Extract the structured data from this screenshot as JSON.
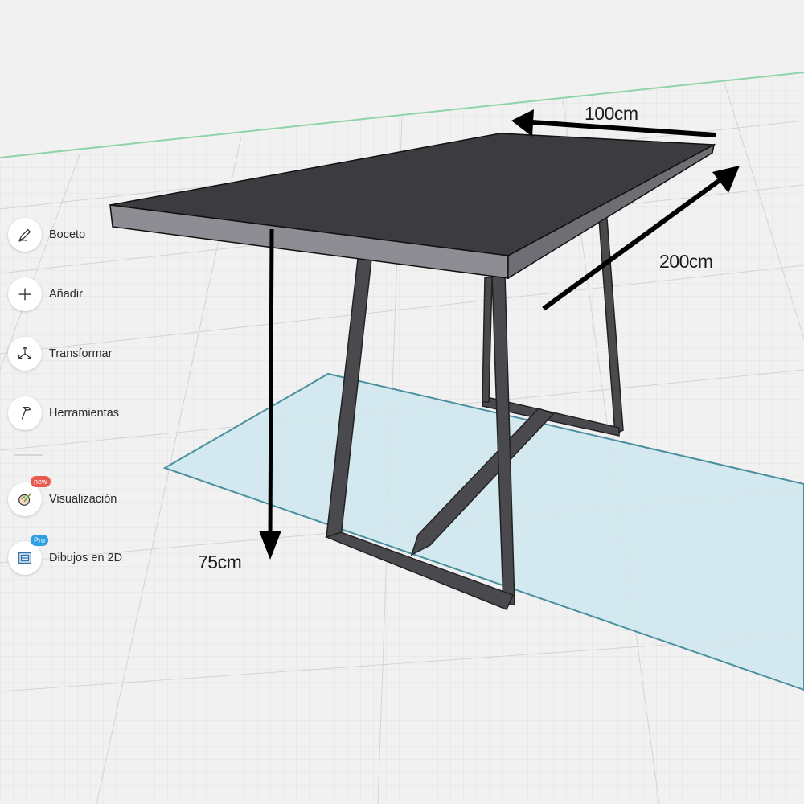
{
  "toolbar": {
    "items": [
      {
        "label": "Boceto",
        "icon": "pencil-sketch-icon"
      },
      {
        "label": "Añadir",
        "icon": "plus-icon"
      },
      {
        "label": "Transformar",
        "icon": "transform-arrows-icon"
      },
      {
        "label": "Herramientas",
        "icon": "hammer-icon"
      },
      {
        "label": "Visualización",
        "icon": "palette-brush-icon",
        "badge": "new"
      },
      {
        "label": "Dibujos en 2D",
        "icon": "blueprint-icon",
        "badge": "Pro"
      }
    ]
  },
  "dimensions": {
    "width": "100cm",
    "length": "200cm",
    "height": "75cm"
  },
  "colors": {
    "background": "#f1f1f1",
    "grid_line": "#d9d9d9",
    "horizon_line": "#8fd4a8",
    "floor_plane": "#cfe8ee",
    "floor_outline": "#4a8f9e",
    "tabletop": "#3c3c40",
    "tabletop_edge": "#8d8d93",
    "leg_frame": "#4a4a4e",
    "badge_new": "#e85a52",
    "badge_pro": "#2d9fe2"
  }
}
